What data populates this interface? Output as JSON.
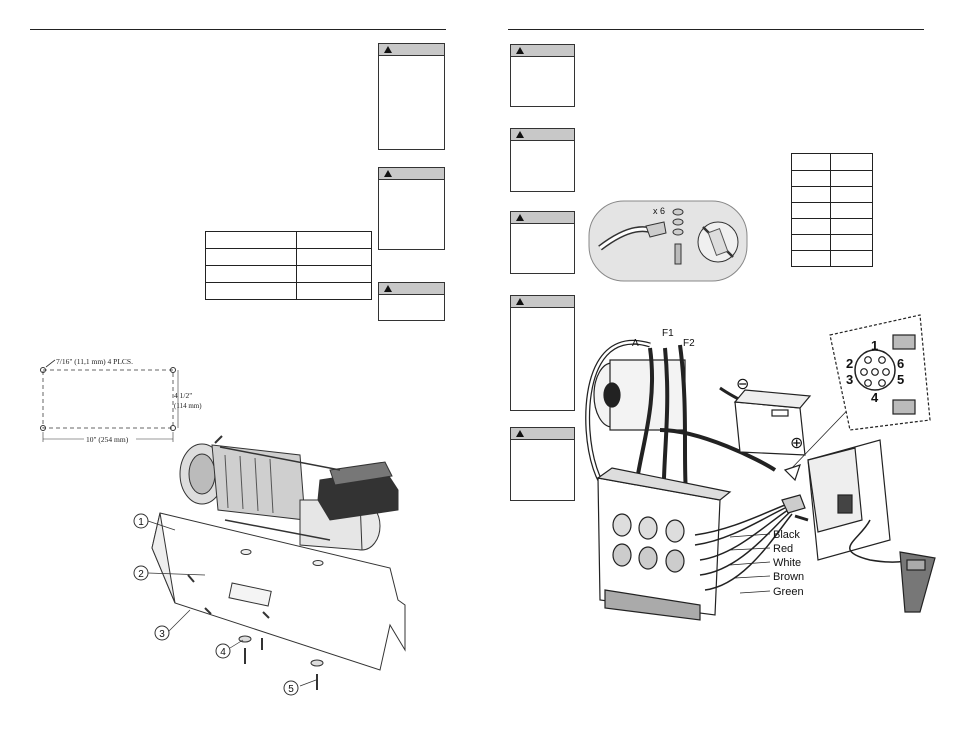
{
  "mounting_pattern": {
    "hole_callout": "7/16\" (11,1 mm) 4 PLCS.",
    "height_dim": [
      "4 1/2\"",
      "(114 mm)"
    ],
    "width_dim": "10\" (254 mm)"
  },
  "exploded_view": {
    "callouts": [
      "1",
      "2",
      "3",
      "4",
      "5"
    ]
  },
  "hardware_illustration": {
    "quantity": "x 6"
  },
  "wiring_diagram": {
    "terminals": [
      "A",
      "F1",
      "F2"
    ],
    "battery_negative": "⊖",
    "battery_positive": "⊕",
    "wire_colors": [
      "Black",
      "Red",
      "White",
      "Brown",
      "Green"
    ],
    "socket_pins": [
      "1",
      "2",
      "3",
      "4",
      "5",
      "6"
    ]
  },
  "left_table": {
    "rows": 4,
    "cols": 2
  },
  "right_table": {
    "rows": 7,
    "cols": 2
  },
  "icons": [
    "warning-icon"
  ]
}
